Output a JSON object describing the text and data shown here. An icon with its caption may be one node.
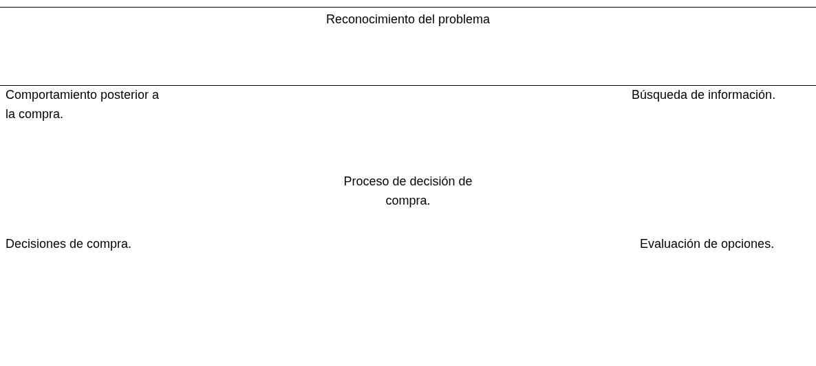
{
  "diagram": {
    "labels": [
      "Reconocimiento del problema",
      "Comportamiento posterior a la compra.",
      "Búsqueda de información.",
      "Proceso de decisión de compra.",
      "Decisiones de compra.",
      "Evaluación de opciones."
    ]
  }
}
